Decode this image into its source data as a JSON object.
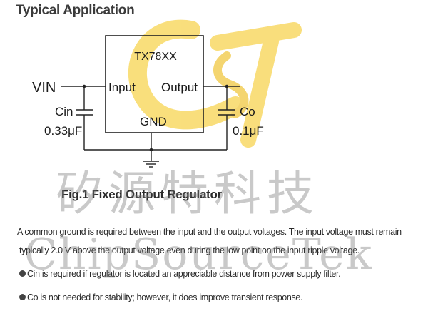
{
  "heading": "Typical Application",
  "diagram": {
    "ic_name": "TX78XX",
    "vin_label": "VIN",
    "input_pin": "Input",
    "output_pin": "Output",
    "gnd_pin": "GND",
    "cin_name": "Cin",
    "cin_value": "0.33μF",
    "co_name": "Co",
    "co_value": "0.1μF"
  },
  "figure_caption": "Fig.1 Fixed Output Regulator",
  "body": {
    "para_line1": "A common ground is required between the input and the output voltages. The input voltage must remain",
    "para_line2": "typically 2.0 V above the output voltage even during the low point on the input ripple voltage.",
    "bullet1": "Cin is required if regulator is located an appreciable distance from power supply filter.",
    "bullet2": "Co is not needed for stability; however, it does improve transient response."
  },
  "watermark": {
    "cn": "矽源特科技",
    "en": "ChipSourceTek"
  },
  "colors": {
    "logo_yellow": "#f7d24a",
    "watermark_gray": "#787878",
    "line": "#222222"
  }
}
